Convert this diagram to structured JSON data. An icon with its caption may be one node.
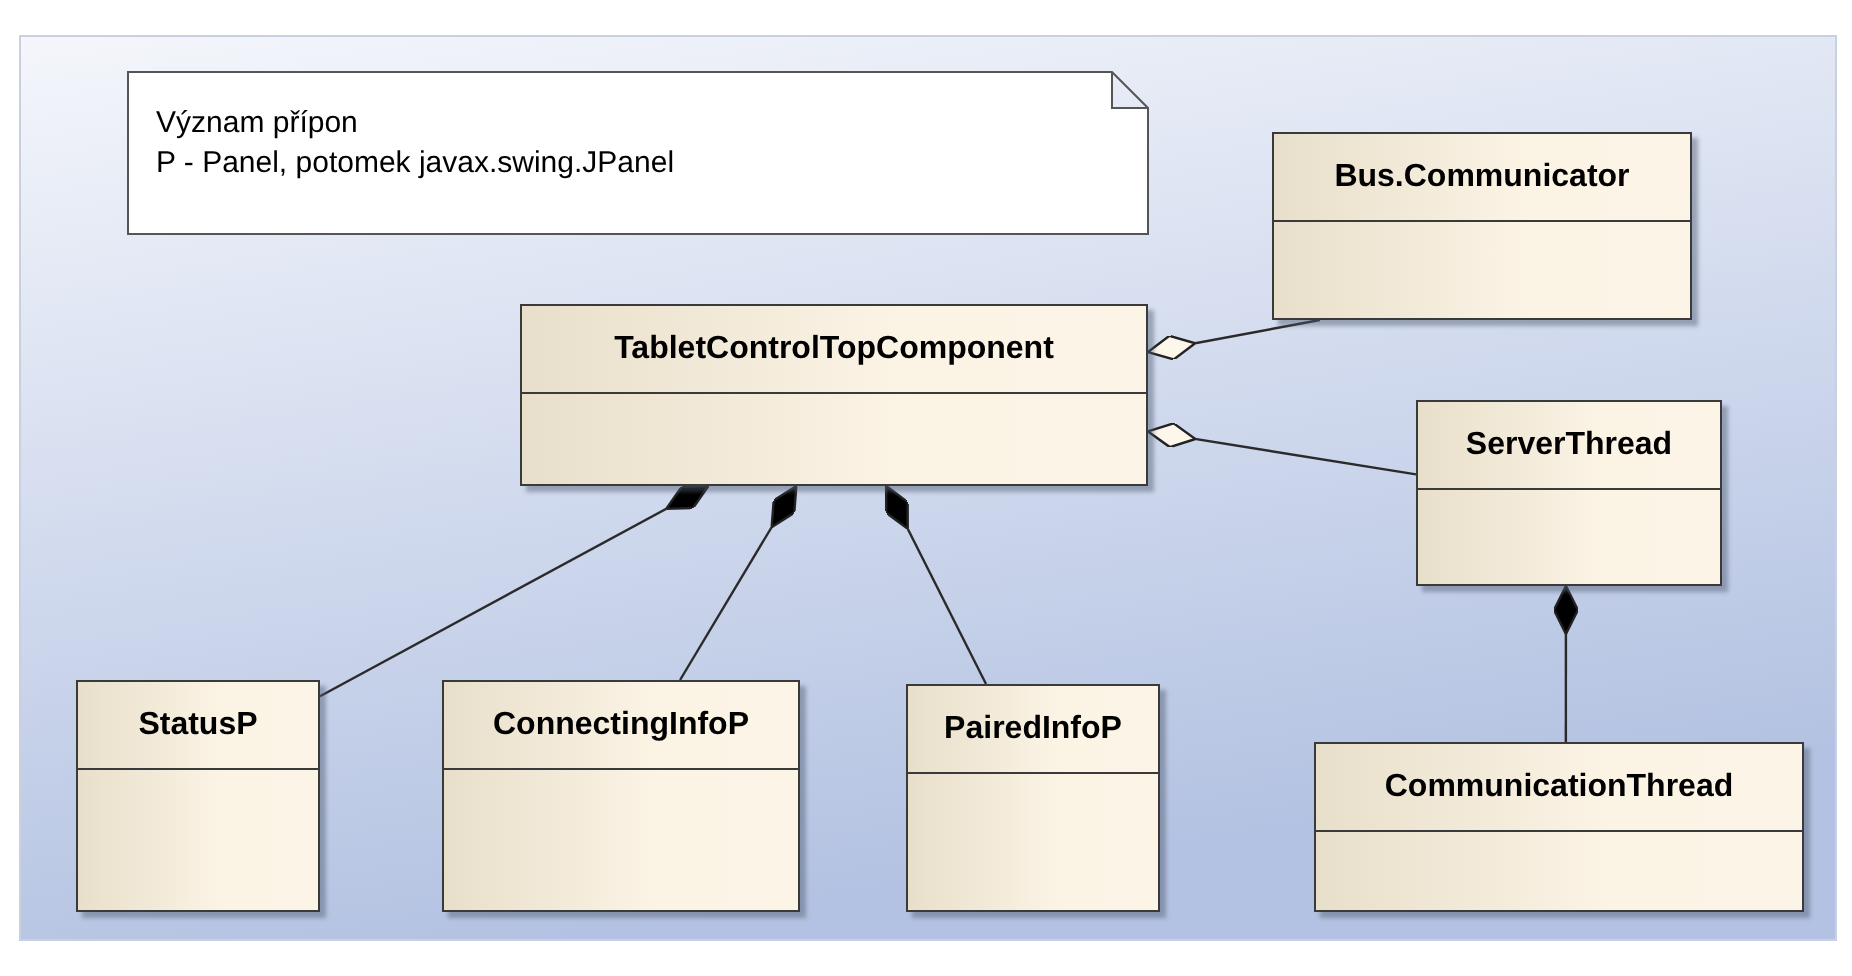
{
  "diagram": {
    "nodes": [
      {
        "text": [
          "Význam přípon",
          "P - Panel, potomek javax.swing.JPanel"
        ]
      },
      {
        "text": [
          "Bus.Communicator"
        ]
      },
      {
        "text": [
          "TabletControlTopComponent"
        ]
      },
      {
        "text": [
          "ServerThread"
        ]
      },
      {
        "text": [
          "StatusP"
        ]
      },
      {
        "text": [
          "ConnectingInfoP"
        ]
      },
      {
        "text": [
          "PairedInfoP"
        ]
      },
      {
        "text": [
          "CommunicationThread"
        ]
      }
    ],
    "edges": [
      {
        "from": 1,
        "to": 2,
        "arrow": "other"
      },
      {
        "from": 3,
        "to": 2,
        "arrow": "other"
      },
      {
        "from": 4,
        "to": 2,
        "arrow": "other"
      },
      {
        "from": 5,
        "to": 2,
        "arrow": "other"
      },
      {
        "from": 6,
        "to": 2,
        "arrow": "other"
      },
      {
        "from": 7,
        "to": 3,
        "arrow": "other"
      }
    ]
  }
}
